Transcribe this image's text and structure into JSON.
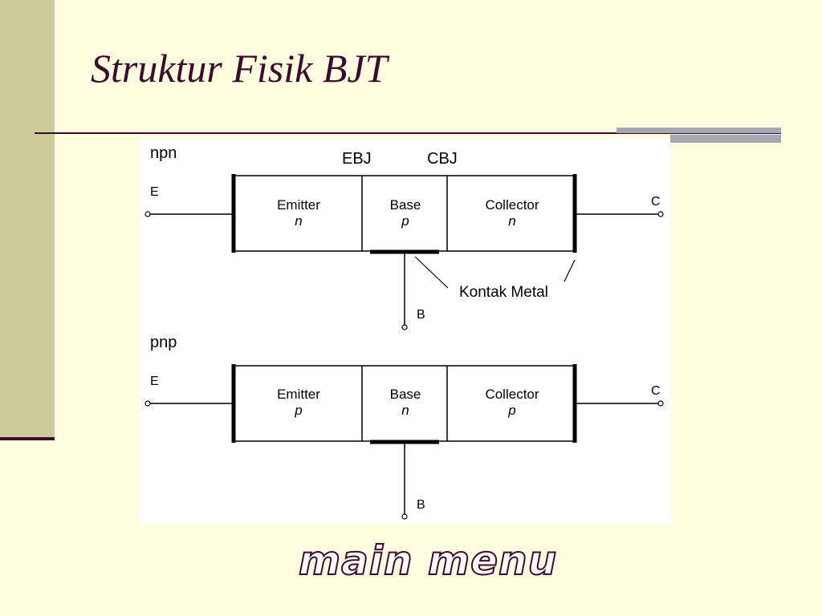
{
  "slide": {
    "title": "Struktur Fisik BJT"
  },
  "diagram": {
    "npn": {
      "label": "npn",
      "ebj": "EBJ",
      "cbj": "CBJ",
      "terminal_e": "E",
      "terminal_c": "C",
      "terminal_b": "B",
      "emitter": "Emitter",
      "emitter_type": "n",
      "base": "Base",
      "base_type": "p",
      "collector": "Collector",
      "collector_type": "n",
      "metal_contact": "Kontak Metal"
    },
    "pnp": {
      "label": "pnp",
      "terminal_e": "E",
      "terminal_c": "C",
      "terminal_b": "B",
      "emitter": "Emitter",
      "emitter_type": "p",
      "base": "Base",
      "base_type": "n",
      "collector": "Collector",
      "collector_type": "p"
    }
  },
  "nav": {
    "main_menu": "main menu"
  },
  "colors": {
    "background": "#fefde0",
    "sidebar": "#cdcb9a",
    "accent": "#3d0a2e",
    "rule_gray": "#a7a7b2"
  }
}
